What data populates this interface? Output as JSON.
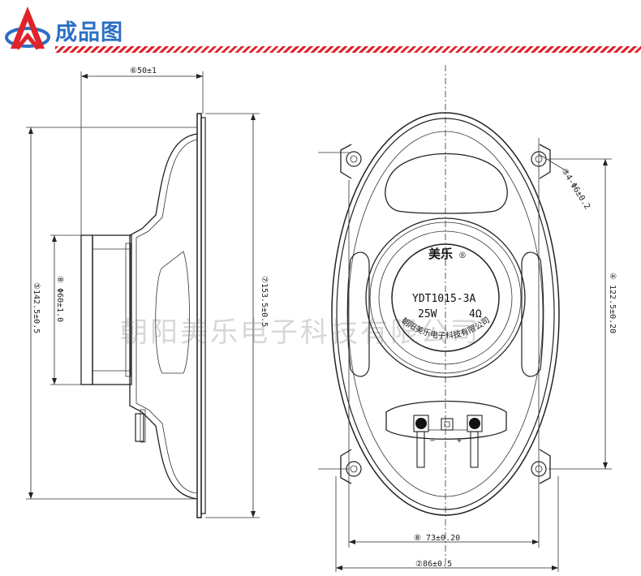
{
  "header": {
    "title": "成品图",
    "brand_colors": {
      "logo_red": "#e0222a",
      "logo_blue": "#2b6fc3",
      "title_blue": "#2b6fc3",
      "rule_red": "#e0222a"
    }
  },
  "side_view": {
    "dim_depth": "⑥50±1",
    "dim_height": "⑦153.5±0.5",
    "dim_inner": "⑤142.5±0.5",
    "dim_magnet": "⑧ Φ60±1.0"
  },
  "front_view": {
    "brand": "美乐",
    "registered": "®",
    "model": "YDT1015-3A",
    "power": "25W",
    "impedance": "4Ω",
    "company": "朝阳美乐电子科技有限公司",
    "terminal_minus": "−",
    "terminal_plus": "+",
    "dim_holes": "③4-Φ6±0.2",
    "dim_hole_pitch_v": "④ 122.5±0.20",
    "dim_hole_pitch_h": "⑧ 73±0.20",
    "dim_width": "②86±0.5"
  },
  "watermark": "朝阳美乐电子科技有限公司"
}
